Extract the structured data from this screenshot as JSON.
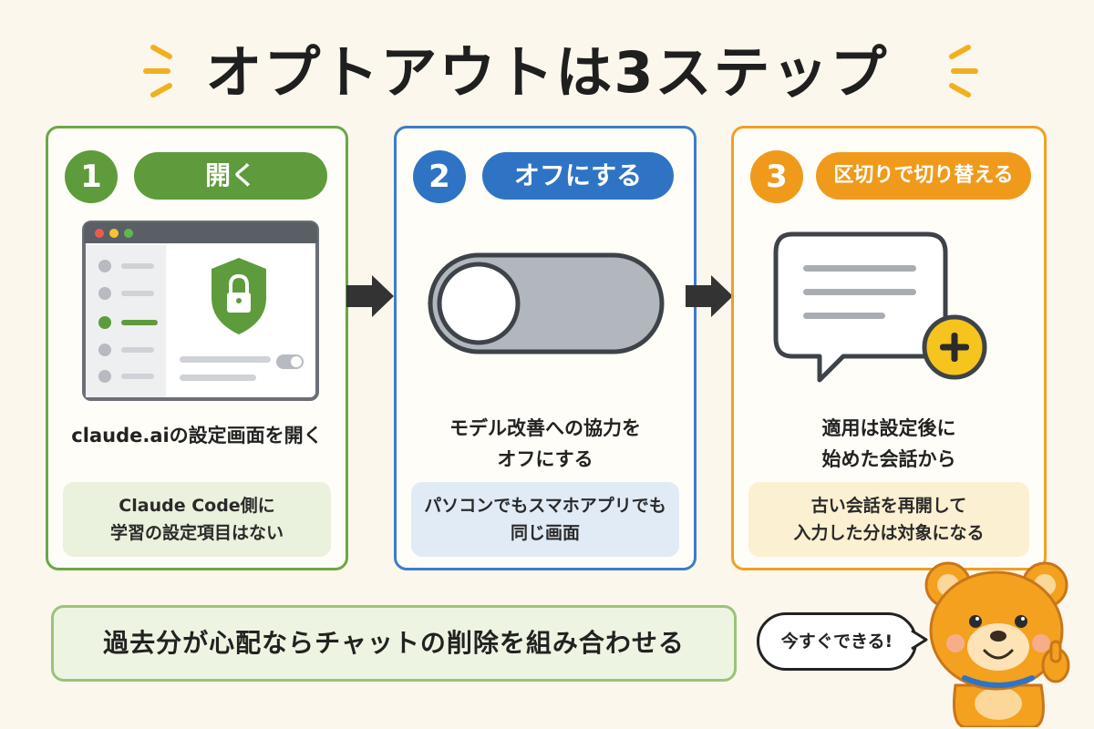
{
  "title": "オプトアウトは3ステップ",
  "steps": [
    {
      "number": "1",
      "label": "開く",
      "description": [
        "claude.aiの設定画面を開く"
      ],
      "note": [
        "Claude Code側に",
        "学習の設定項目はない"
      ]
    },
    {
      "number": "2",
      "label": "オフにする",
      "description": [
        "モデル改善への協力を",
        "オフにする"
      ],
      "note": [
        "パソコンでもスマホアプリでも",
        "同じ画面"
      ]
    },
    {
      "number": "3",
      "label": "区切りで切り替える",
      "description": [
        "適用は設定後に",
        "始めた会話から"
      ],
      "note": [
        "古い会話を再開して",
        "入力した分は対象になる"
      ]
    }
  ],
  "bottom_tip": "過去分が心配ならチャットの削除を組み合わせる",
  "speech_bubble": "今すぐできる!",
  "colors": {
    "step1": "#5e9b3c",
    "step2": "#2f74c4",
    "step3": "#f09a1c",
    "background": "#fbf7ec"
  },
  "icons": {
    "step1": "settings-window-shield-icon",
    "step2": "toggle-switch-off-icon",
    "step3": "chat-bubble-plus-icon",
    "mascot": "bear-mascot"
  }
}
